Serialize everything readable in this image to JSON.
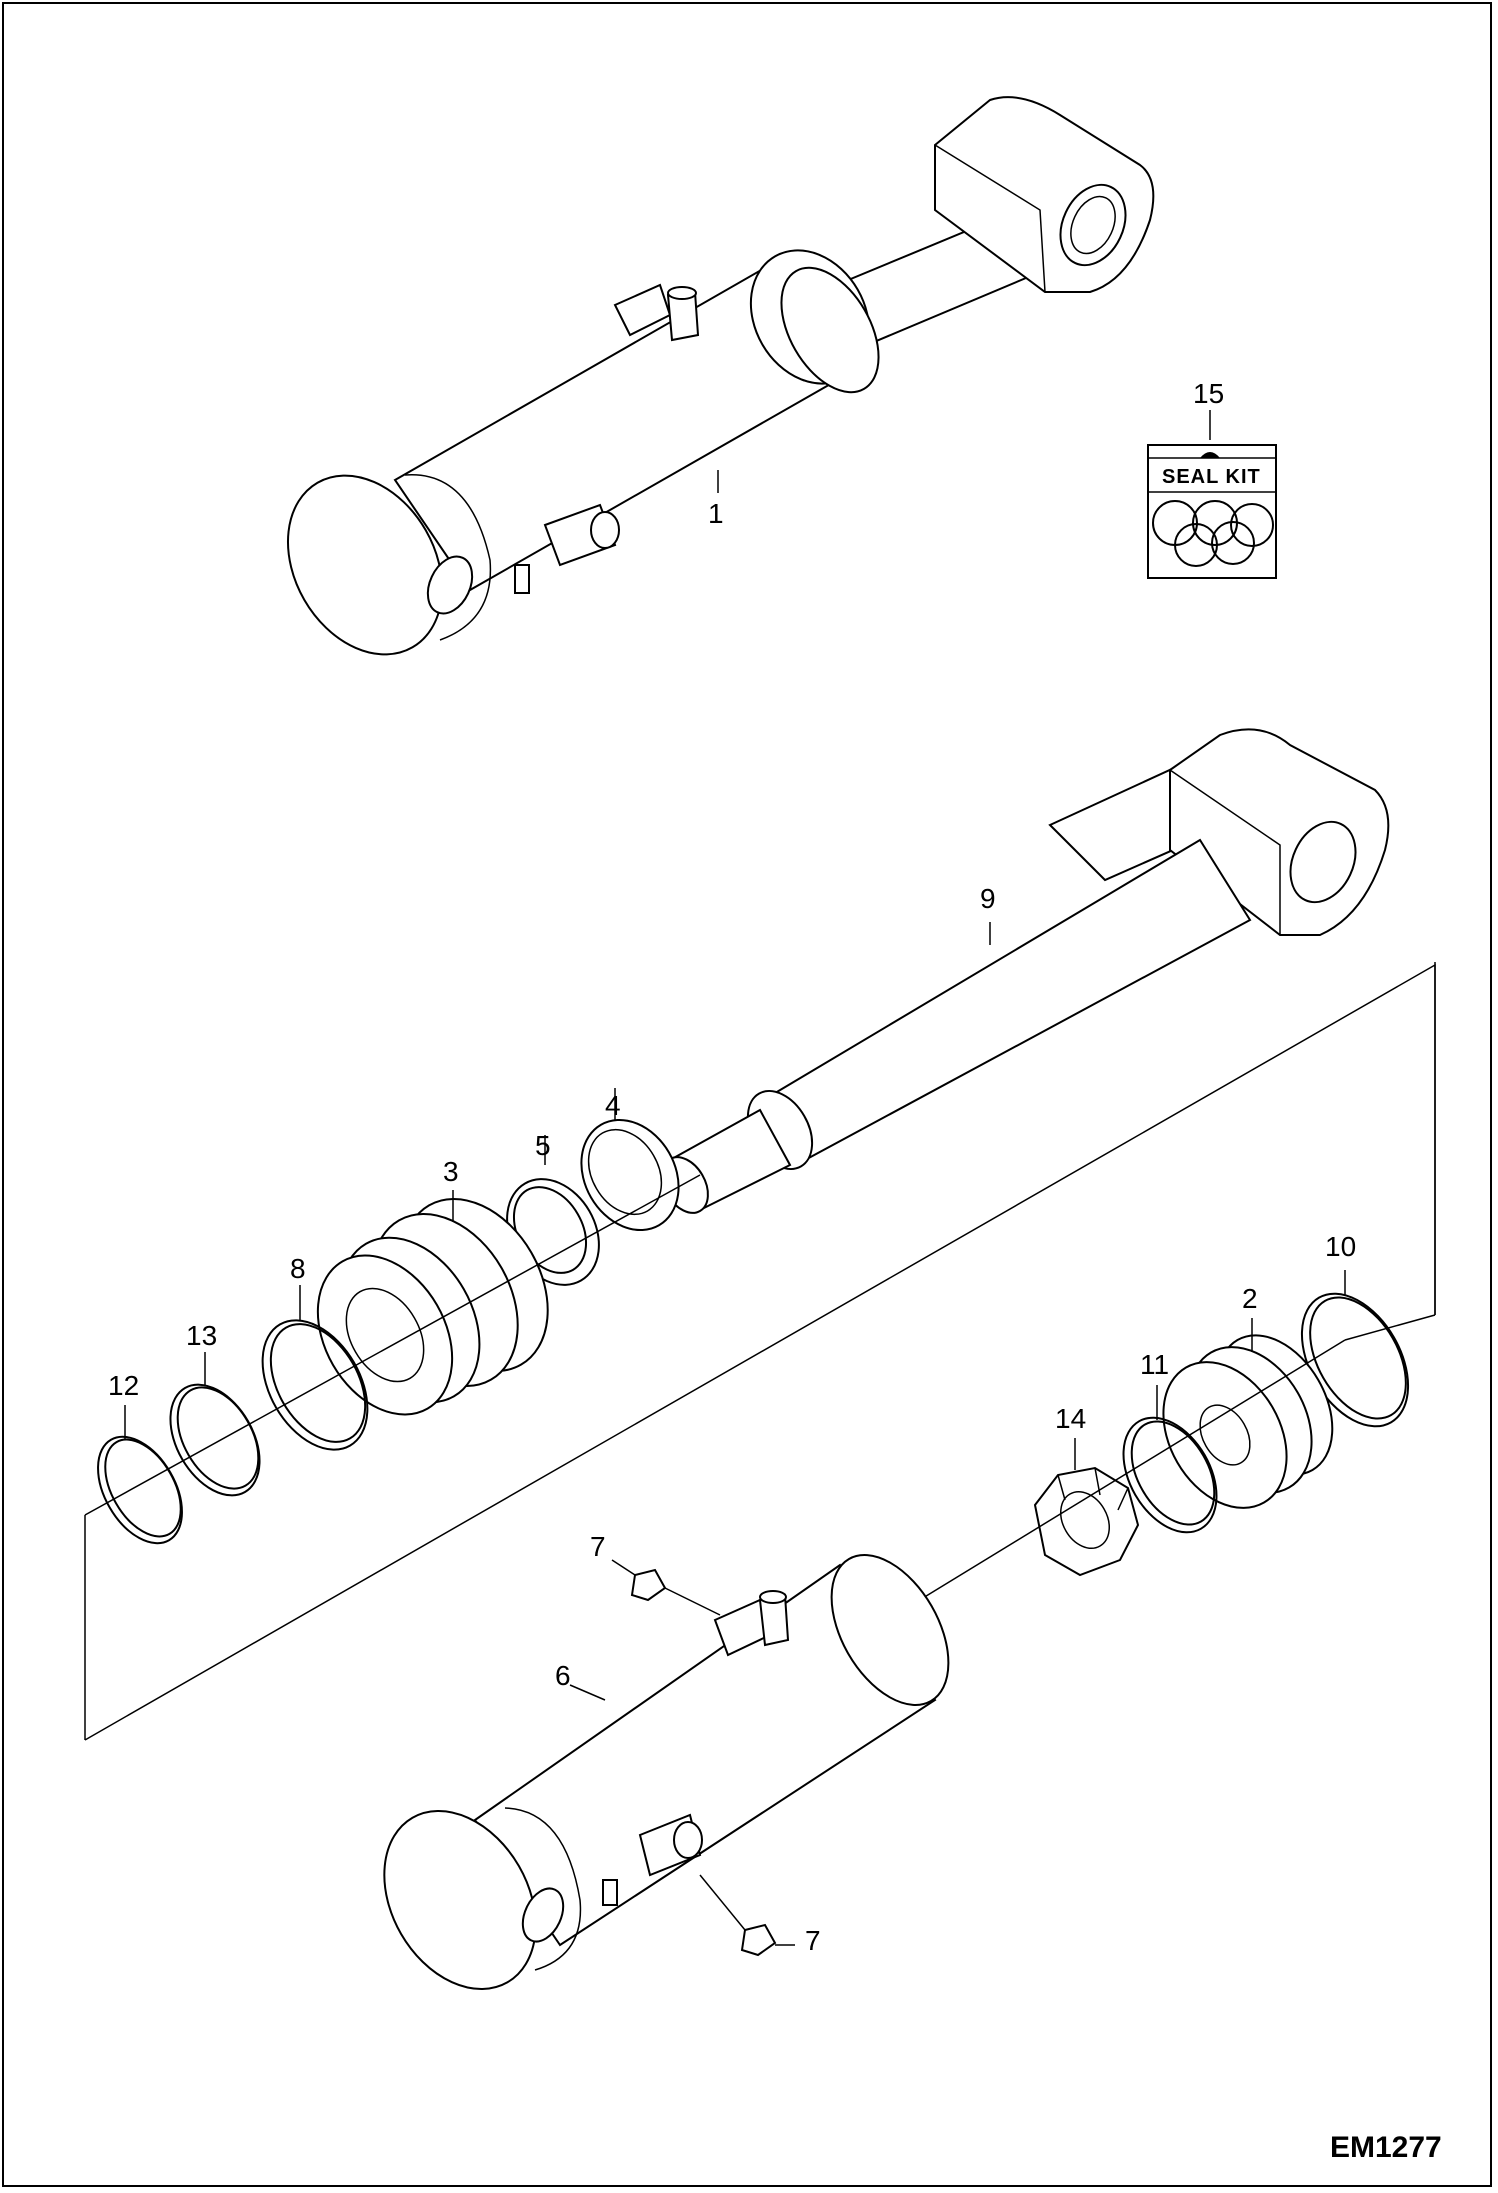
{
  "figure_id": "EM1277",
  "seal_kit": {
    "label": "SEAL KIT"
  },
  "callouts": [
    {
      "key": "c1",
      "text": "1"
    },
    {
      "key": "c15",
      "text": "15"
    },
    {
      "key": "c9",
      "text": "9"
    },
    {
      "key": "c4",
      "text": "4"
    },
    {
      "key": "c5",
      "text": "5"
    },
    {
      "key": "c3",
      "text": "3"
    },
    {
      "key": "c8",
      "text": "8"
    },
    {
      "key": "c13",
      "text": "13"
    },
    {
      "key": "c12",
      "text": "12"
    },
    {
      "key": "c10",
      "text": "10"
    },
    {
      "key": "c2",
      "text": "2"
    },
    {
      "key": "c11",
      "text": "11"
    },
    {
      "key": "c14",
      "text": "14"
    },
    {
      "key": "c7a",
      "text": "7"
    },
    {
      "key": "c6",
      "text": "6"
    },
    {
      "key": "c7b",
      "text": "7"
    }
  ]
}
